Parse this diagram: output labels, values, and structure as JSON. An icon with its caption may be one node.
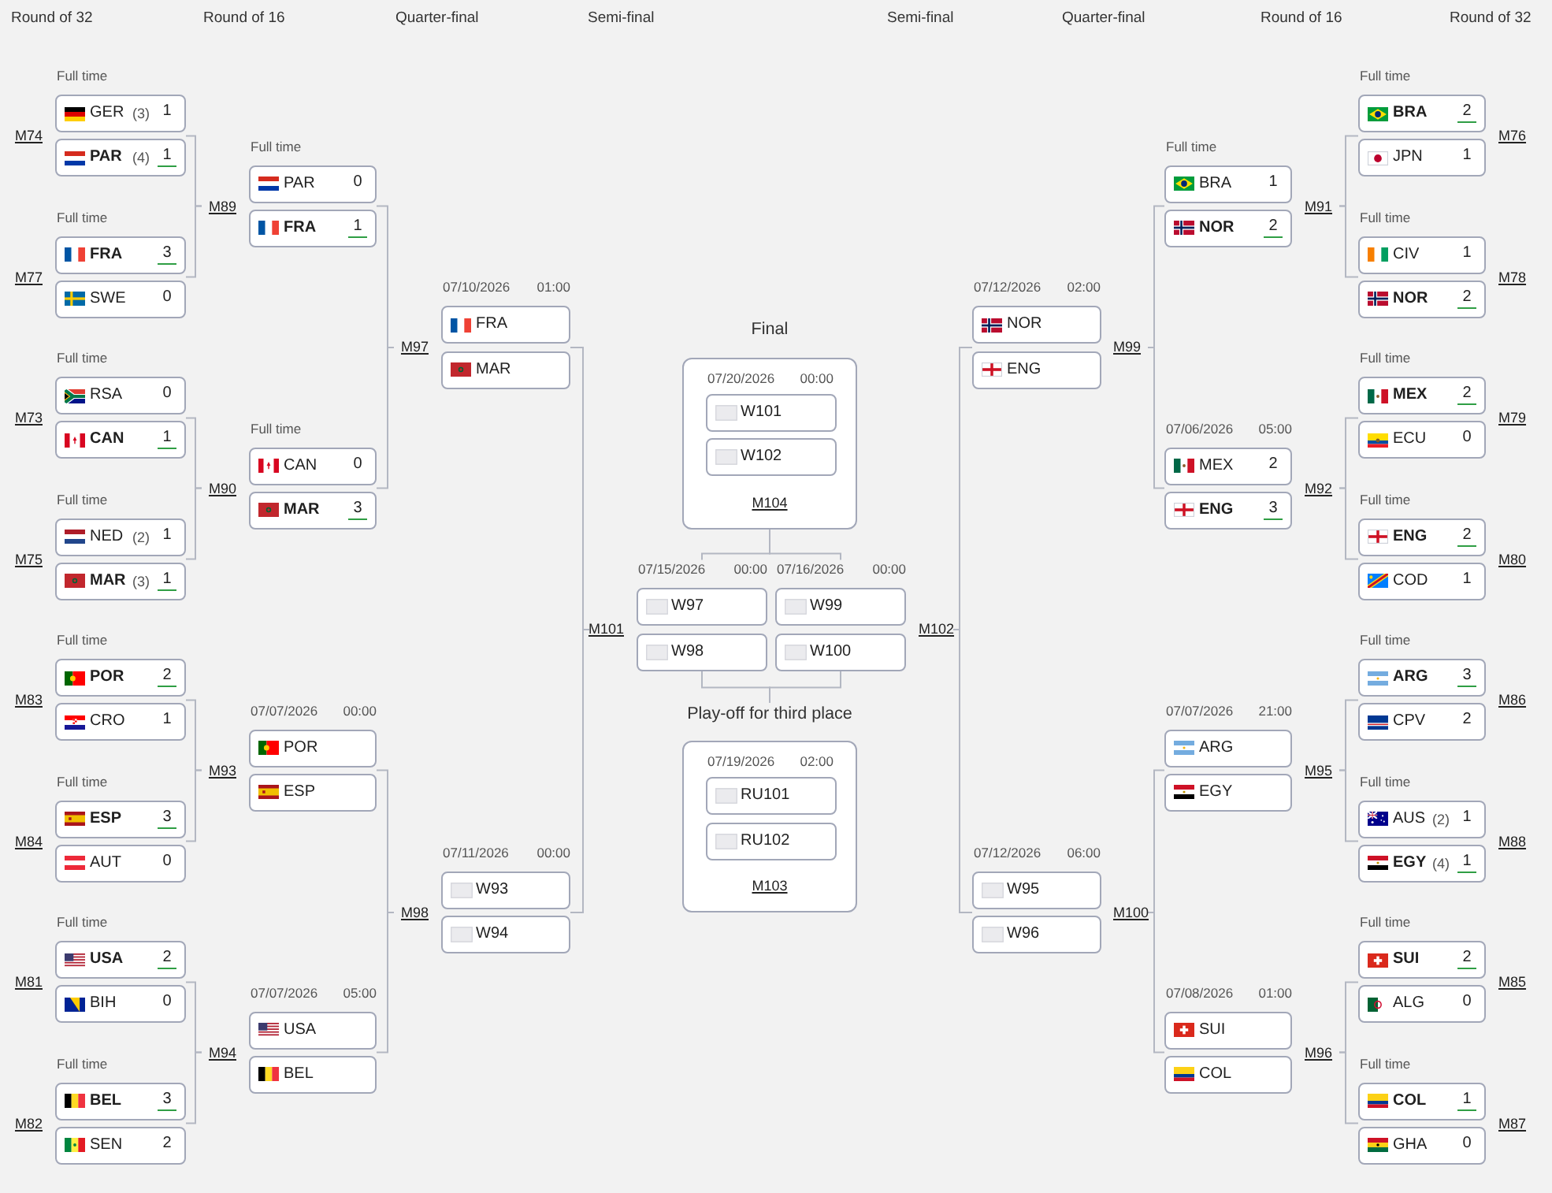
{
  "diagram": {
    "labels": [
      "Round of 32",
      "Round of 16",
      "Quarter-final",
      "Semi-final",
      "Semi-final",
      "Quarter-final",
      "Round of 16",
      "Round of 32"
    ],
    "nodes": [
      {
        "text": [
          "Full time"
        ],
        "beside": [
          "M74"
        ]
      },
      {
        "text": [
          "GER",
          "(3)",
          "1"
        ],
        "in": 0
      },
      {
        "text": [
          "PAR",
          "(4)",
          "1"
        ],
        "in": 0
      },
      {
        "text": [
          "Full time"
        ],
        "beside": [
          "M77"
        ]
      },
      {
        "text": [
          "FRA",
          "3"
        ],
        "in": 3
      },
      {
        "text": [
          "SWE",
          "0"
        ],
        "in": 3
      },
      {
        "text": [
          "Full time"
        ],
        "beside": [
          "M73"
        ]
      },
      {
        "text": [
          "RSA",
          "0"
        ],
        "in": 6
      },
      {
        "text": [
          "CAN",
          "1"
        ],
        "in": 6
      },
      {
        "text": [
          "Full time"
        ],
        "beside": [
          "M75"
        ]
      },
      {
        "text": [
          "NED",
          "(2)",
          "1"
        ],
        "in": 9
      },
      {
        "text": [
          "MAR",
          "(3)",
          "1"
        ],
        "in": 9
      },
      {
        "text": [
          "Full time"
        ],
        "beside": [
          "M83"
        ]
      },
      {
        "text": [
          "POR",
          "2"
        ],
        "in": 12
      },
      {
        "text": [
          "CRO",
          "1"
        ],
        "in": 12
      },
      {
        "text": [
          "Full time"
        ],
        "beside": [
          "M84"
        ]
      },
      {
        "text": [
          "ESP",
          "3"
        ],
        "in": 15
      },
      {
        "text": [
          "AUT",
          "0"
        ],
        "in": 15
      },
      {
        "text": [
          "Full time"
        ],
        "beside": [
          "M81"
        ]
      },
      {
        "text": [
          "USA",
          "2"
        ],
        "in": 18
      },
      {
        "text": [
          "BIH",
          "0"
        ],
        "in": 18
      },
      {
        "text": [
          "Full time"
        ],
        "beside": [
          "M82"
        ]
      },
      {
        "text": [
          "BEL",
          "3"
        ],
        "in": 21
      },
      {
        "text": [
          "SEN",
          "2"
        ],
        "in": 21
      },
      {
        "text": [
          "Full time"
        ],
        "beside": [
          "M89"
        ]
      },
      {
        "text": [
          "PAR",
          "0"
        ],
        "in": 24
      },
      {
        "text": [
          "FRA",
          "1"
        ],
        "in": 24
      },
      {
        "text": [
          "Full time"
        ],
        "beside": [
          "M90"
        ]
      },
      {
        "text": [
          "CAN",
          "0"
        ],
        "in": 27
      },
      {
        "text": [
          "MAR",
          "3"
        ],
        "in": 27
      },
      {
        "text": [
          "07/07/2026",
          "00:00"
        ],
        "beside": [
          "M93"
        ]
      },
      {
        "text": [
          "POR"
        ],
        "in": 30
      },
      {
        "text": [
          "ESP"
        ],
        "in": 30
      },
      {
        "text": [
          "07/07/2026",
          "05:00"
        ],
        "beside": [
          "M94"
        ]
      },
      {
        "text": [
          "USA"
        ],
        "in": 33
      },
      {
        "text": [
          "BEL"
        ],
        "in": 33
      },
      {
        "text": [
          "07/10/2026",
          "01:00"
        ],
        "beside": [
          "M97"
        ]
      },
      {
        "text": [
          "FRA"
        ],
        "in": 36
      },
      {
        "text": [
          "MAR"
        ],
        "in": 36
      },
      {
        "text": [
          "07/11/2026",
          "00:00"
        ],
        "beside": [
          "M98"
        ]
      },
      {
        "text": [
          "W93"
        ],
        "in": 39
      },
      {
        "text": [
          "W94"
        ],
        "in": 39
      },
      {
        "text": [
          "07/15/2026",
          "00:00"
        ],
        "beside": [
          "M101"
        ]
      },
      {
        "text": [
          "W97"
        ],
        "in": 42
      },
      {
        "text": [
          "W98"
        ],
        "in": 42
      },
      {
        "text": [
          "Final",
          "07/20/2026",
          "00:00",
          "M104"
        ]
      },
      {
        "text": [
          "W101"
        ],
        "in": 45
      },
      {
        "text": [
          "W102"
        ],
        "in": 45
      },
      {
        "text": [
          "Play-off for third place",
          "07/19/2026",
          "02:00",
          "M103"
        ]
      },
      {
        "text": [
          "RU101"
        ],
        "in": 48
      },
      {
        "text": [
          "RU102"
        ],
        "in": 48
      },
      {
        "text": [
          "07/16/2026",
          "00:00"
        ],
        "beside": [
          "M102"
        ]
      },
      {
        "text": [
          "W99"
        ],
        "in": 51
      },
      {
        "text": [
          "W100"
        ],
        "in": 51
      },
      {
        "text": [
          "07/12/2026",
          "02:00"
        ],
        "beside": [
          "M99"
        ]
      },
      {
        "text": [
          "NOR"
        ],
        "in": 54
      },
      {
        "text": [
          "ENG"
        ],
        "in": 54
      },
      {
        "text": [
          "07/12/2026",
          "06:00"
        ],
        "beside": [
          "M100"
        ]
      },
      {
        "text": [
          "W95"
        ],
        "in": 57
      },
      {
        "text": [
          "W96"
        ],
        "in": 57
      },
      {
        "text": [
          "Full time"
        ],
        "beside": [
          "M91"
        ]
      },
      {
        "text": [
          "BRA",
          "1"
        ],
        "in": 60
      },
      {
        "text": [
          "NOR",
          "2"
        ],
        "in": 60
      },
      {
        "text": [
          "07/06/2026",
          "05:00"
        ],
        "beside": [
          "M92"
        ]
      },
      {
        "text": [
          "MEX",
          "2"
        ],
        "in": 63
      },
      {
        "text": [
          "ENG",
          "3"
        ],
        "in": 63
      },
      {
        "text": [
          "07/07/2026",
          "21:00"
        ],
        "beside": [
          "M95"
        ]
      },
      {
        "text": [
          "ARG"
        ],
        "in": 66
      },
      {
        "text": [
          "EGY"
        ],
        "in": 66
      },
      {
        "text": [
          "07/08/2026",
          "01:00"
        ],
        "beside": [
          "M96"
        ]
      },
      {
        "text": [
          "SUI"
        ],
        "in": 69
      },
      {
        "text": [
          "COL"
        ],
        "in": 69
      },
      {
        "text": [
          "Full time"
        ],
        "beside": [
          "M76"
        ]
      },
      {
        "text": [
          "BRA",
          "2"
        ],
        "in": 72
      },
      {
        "text": [
          "JPN",
          "1"
        ],
        "in": 72
      },
      {
        "text": [
          "Full time"
        ],
        "beside": [
          "M78"
        ]
      },
      {
        "text": [
          "CIV",
          "1"
        ],
        "in": 75
      },
      {
        "text": [
          "NOR",
          "2"
        ],
        "in": 75
      },
      {
        "text": [
          "Full time"
        ],
        "beside": [
          "M79"
        ]
      },
      {
        "text": [
          "MEX",
          "2"
        ],
        "in": 78
      },
      {
        "text": [
          "ECU",
          "0"
        ],
        "in": 78
      },
      {
        "text": [
          "Full time"
        ],
        "beside": [
          "M80"
        ]
      },
      {
        "text": [
          "ENG",
          "2"
        ],
        "in": 81
      },
      {
        "text": [
          "COD",
          "1"
        ],
        "in": 81
      },
      {
        "text": [
          "Full time"
        ],
        "beside": [
          "M86"
        ]
      },
      {
        "text": [
          "ARG",
          "3"
        ],
        "in": 84
      },
      {
        "text": [
          "CPV",
          "2"
        ],
        "in": 84
      },
      {
        "text": [
          "Full time"
        ],
        "beside": [
          "M88"
        ]
      },
      {
        "text": [
          "AUS",
          "(2)",
          "1"
        ],
        "in": 87
      },
      {
        "text": [
          "EGY",
          "(4)",
          "1"
        ],
        "in": 87
      },
      {
        "text": [
          "Full time"
        ],
        "beside": [
          "M85"
        ]
      },
      {
        "text": [
          "SUI",
          "2"
        ],
        "in": 90
      },
      {
        "text": [
          "ALG",
          "0"
        ],
        "in": 90
      },
      {
        "text": [
          "Full time"
        ],
        "beside": [
          "M87"
        ]
      },
      {
        "text": [
          "COL",
          "1"
        ],
        "in": 93
      },
      {
        "text": [
          "GHA",
          "0"
        ],
        "in": 93
      }
    ],
    "edges": [
      {
        "from": 0,
        "to": 24,
        "arrow": "none"
      },
      {
        "from": 3,
        "to": 24,
        "arrow": "none"
      },
      {
        "from": 6,
        "to": 27,
        "arrow": "none"
      },
      {
        "from": 9,
        "to": 27,
        "arrow": "none"
      },
      {
        "from": 12,
        "to": 30,
        "arrow": "none"
      },
      {
        "from": 15,
        "to": 30,
        "arrow": "none"
      },
      {
        "from": 18,
        "to": 33,
        "arrow": "none"
      },
      {
        "from": 21,
        "to": 33,
        "arrow": "none"
      },
      {
        "from": 24,
        "to": 36,
        "arrow": "none"
      },
      {
        "from": 27,
        "to": 36,
        "arrow": "none"
      },
      {
        "from": 30,
        "to": 39,
        "arrow": "none"
      },
      {
        "from": 33,
        "to": 39,
        "arrow": "none"
      },
      {
        "from": 36,
        "to": 42,
        "arrow": "none"
      },
      {
        "from": 39,
        "to": 42,
        "arrow": "none"
      },
      {
        "from": 42,
        "to": 45,
        "arrow": "none"
      },
      {
        "from": 51,
        "to": 45,
        "arrow": "none"
      },
      {
        "from": 42,
        "to": 48,
        "arrow": "none"
      },
      {
        "from": 51,
        "to": 48,
        "arrow": "none"
      },
      {
        "from": 54,
        "to": 51,
        "arrow": "none"
      },
      {
        "from": 57,
        "to": 51,
        "arrow": "none"
      },
      {
        "from": 60,
        "to": 54,
        "arrow": "none"
      },
      {
        "from": 63,
        "to": 54,
        "arrow": "none"
      },
      {
        "from": 66,
        "to": 57,
        "arrow": "none"
      },
      {
        "from": 69,
        "to": 57,
        "arrow": "none"
      },
      {
        "from": 72,
        "to": 60,
        "arrow": "none"
      },
      {
        "from": 75,
        "to": 60,
        "arrow": "none"
      },
      {
        "from": 78,
        "to": 63,
        "arrow": "none"
      },
      {
        "from": 81,
        "to": 63,
        "arrow": "none"
      },
      {
        "from": 84,
        "to": 66,
        "arrow": "none"
      },
      {
        "from": 87,
        "to": 66,
        "arrow": "none"
      },
      {
        "from": 90,
        "to": 69,
        "arrow": "none"
      },
      {
        "from": 93,
        "to": 69,
        "arrow": "none"
      }
    ]
  }
}
